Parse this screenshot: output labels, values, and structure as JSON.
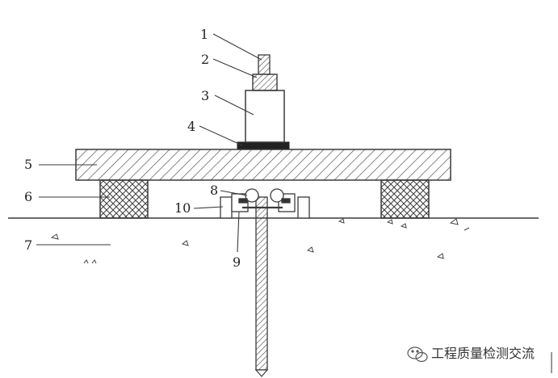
{
  "labels": {
    "n1": "1",
    "n2": "2",
    "n3": "3",
    "n4": "4",
    "n5": "5",
    "n6": "6",
    "n7": "7",
    "n8": "8",
    "n9": "9",
    "n10": "10"
  },
  "watermark": {
    "text": "工程质量检测交流"
  },
  "colors": {
    "line": "#3a3a3a",
    "hatch": "#555555",
    "fill": "#ffffff"
  }
}
